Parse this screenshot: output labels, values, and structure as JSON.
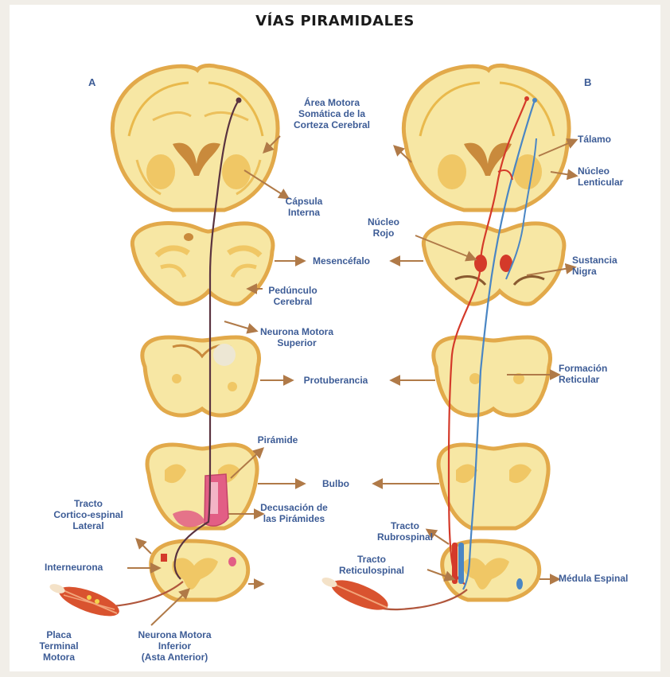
{
  "title": "VÍAS PIRAMIDALES",
  "panels": {
    "a": "A",
    "b": "B"
  },
  "labels": {
    "area_motora": "Área Motora\nSomática de la\nCorteza Cerebral",
    "capsula_interna": "Cápsula\nInterna",
    "mesencefalo_left": "Mesencéfalo",
    "pedunculo": "Pedúnculo\nCerebral",
    "neurona_superior": "Neurona Motora\nSuperior",
    "protuberancia": "Protuberancia",
    "piramide": "Pirámide",
    "bulbo": "Bulbo",
    "tracto_corticoespinal": "Tracto\nCortico-espinal\nLateral",
    "decusacion": "Decusación de\nlas Pirámides",
    "interneurona": "Interneurona",
    "placa": "Placa\nTerminal\nMotora",
    "neurona_inferior": "Neurona Motora\nInferior\n(Asta Anterior)",
    "talamo": "Tálamo",
    "nucleo_lenticular": "Núcleo\nLenticular",
    "nucleo_rojo": "Núcleo\nRojo",
    "sustancia_nigra": "Sustancia\nNigra",
    "formacion_reticular": "Formación\nReticular",
    "tracto_rubrospinal": "Tracto\nRubrospinal",
    "tracto_reticulospinal": "Tracto\nReticulospinal",
    "medula_espinal": "Médula  Espinal"
  },
  "colors": {
    "tissue_fill": "#f7e7a4",
    "tissue_edge": "#e2a94a",
    "tissue_inner": "#f0c765",
    "pathway_dark": "#5a3340",
    "red_tract": "#d43a2a",
    "blue_tract": "#4a86c4",
    "pyramid_pink": "#e25e85",
    "arrow_brown": "#b07a48",
    "label_blue": "#3d5c96"
  }
}
